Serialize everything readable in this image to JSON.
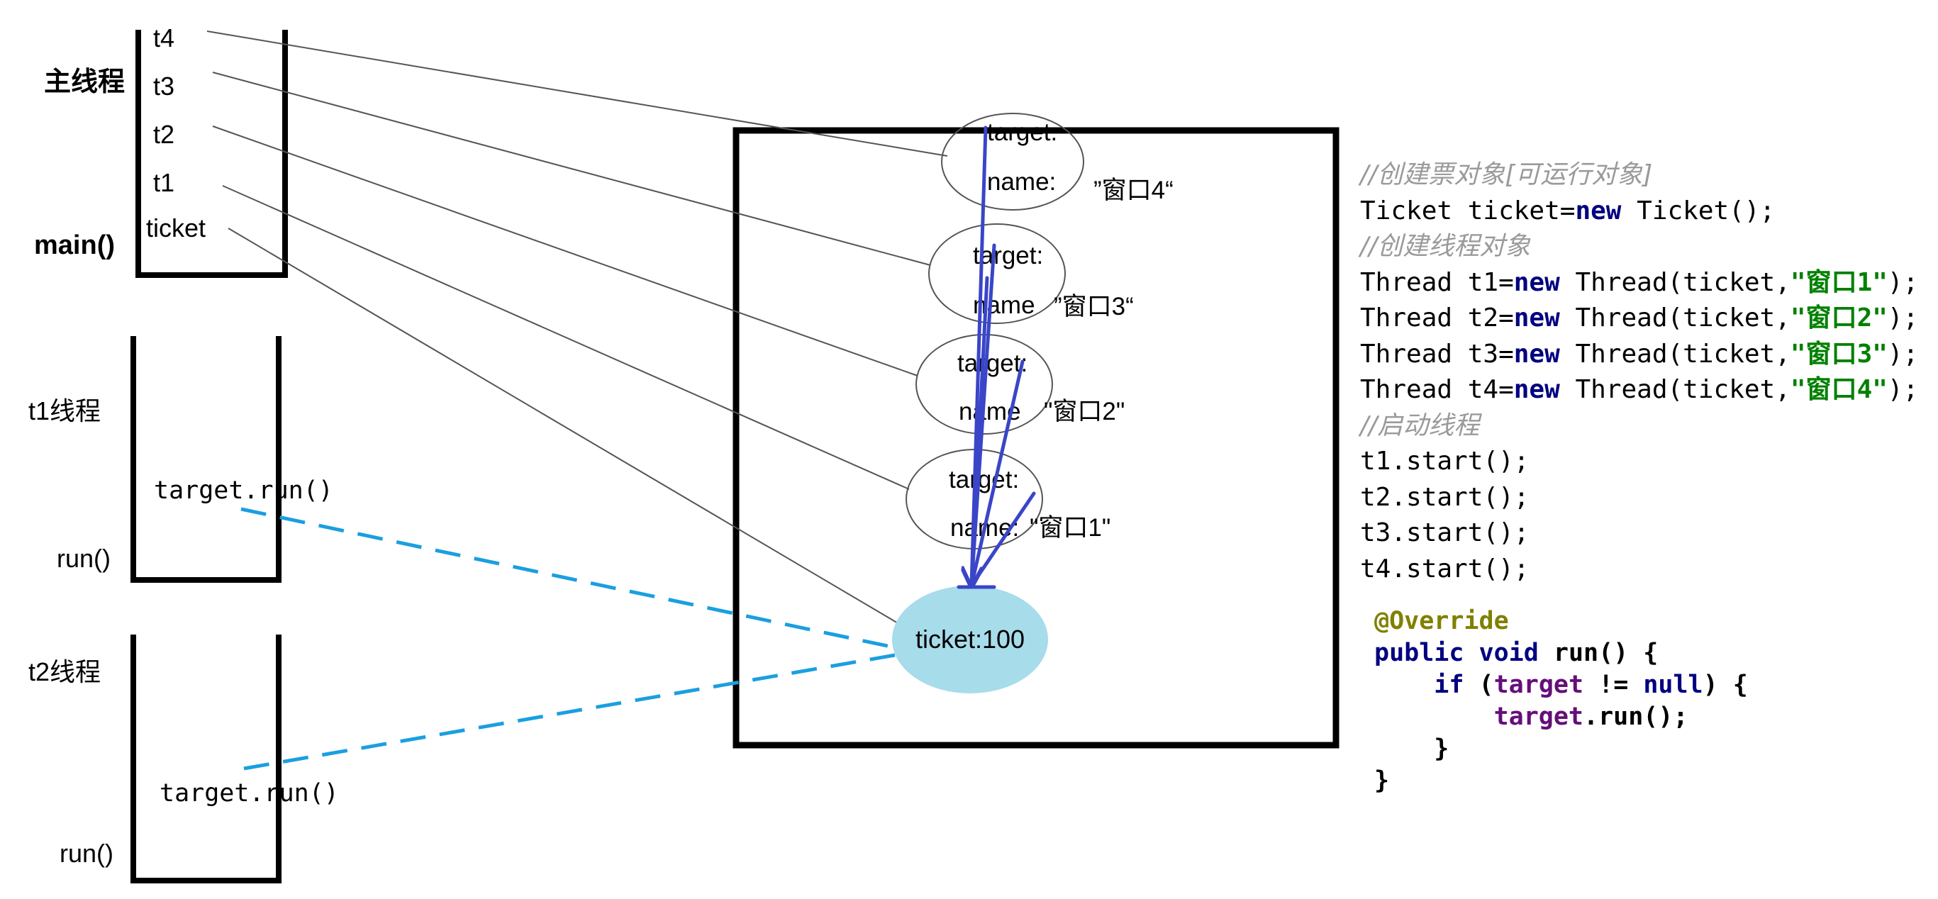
{
  "stacks": {
    "main": {
      "title": "主线程",
      "method": "main()",
      "vars": [
        "t4",
        "t3",
        "t2",
        "t1",
        "ticket"
      ]
    },
    "t1": {
      "title": "t1线程",
      "call": "target.run()",
      "method": "run()"
    },
    "t2": {
      "title": "t2线程",
      "call": "target.run()",
      "method": "run()"
    }
  },
  "heap": {
    "threads": [
      {
        "target_label": "target:",
        "name_label": "name:",
        "name_value": "”窗口4“"
      },
      {
        "target_label": "target:",
        "name_label": "name",
        "name_value": "”窗口3“"
      },
      {
        "target_label": "target:",
        "name_label": "name",
        "name_value": "\"窗口2\""
      },
      {
        "target_label": "target:",
        "name_label": "name:",
        "name_value": "\"窗口1\""
      }
    ],
    "ticket": "ticket:100"
  },
  "code": {
    "c1": "//创建票对象[可运行对象]",
    "l1": "Ticket ticket=",
    "l1_kw": "new",
    "l1_rest": " Ticket();",
    "c2": "//创建线程对象",
    "thread_lines": [
      {
        "pre": "Thread t1=",
        "kw": "new",
        "mid": " Thread(ticket,",
        "str": "\"窗口1\"",
        "post": ");"
      },
      {
        "pre": "Thread t2=",
        "kw": "new",
        "mid": " Thread(ticket,",
        "str": "\"窗口2\"",
        "post": ");"
      },
      {
        "pre": "Thread t3=",
        "kw": "new",
        "mid": " Thread(ticket,",
        "str": "\"窗口3\"",
        "post": ");"
      },
      {
        "pre": "Thread t4=",
        "kw": "new",
        "mid": " Thread(ticket,",
        "str": "\"窗口4\"",
        "post": ");"
      }
    ],
    "c3": "//启动线程",
    "starts": [
      "t1.start();",
      "t2.start();",
      "t3.start();",
      "t4.start();"
    ]
  },
  "override": {
    "annotation": "@Override",
    "sig_kw": "public void",
    "sig_rest": " run() {",
    "if_kw": "if",
    "if_open": " (",
    "if_field": "target",
    "if_op": " != ",
    "if_null": "null",
    "if_close": ") {",
    "call_field": "target",
    "call_rest": ".run();",
    "close_inner": "}",
    "close_outer": "}"
  },
  "colors": {
    "ticket_fill": "#a7dcea",
    "dashed_line": "#1a9fe0",
    "target_arrow": "#3a45c8",
    "keyword": "#000080",
    "string": "#008000",
    "comment": "#9a9a9a",
    "annotation": "#808000"
  }
}
